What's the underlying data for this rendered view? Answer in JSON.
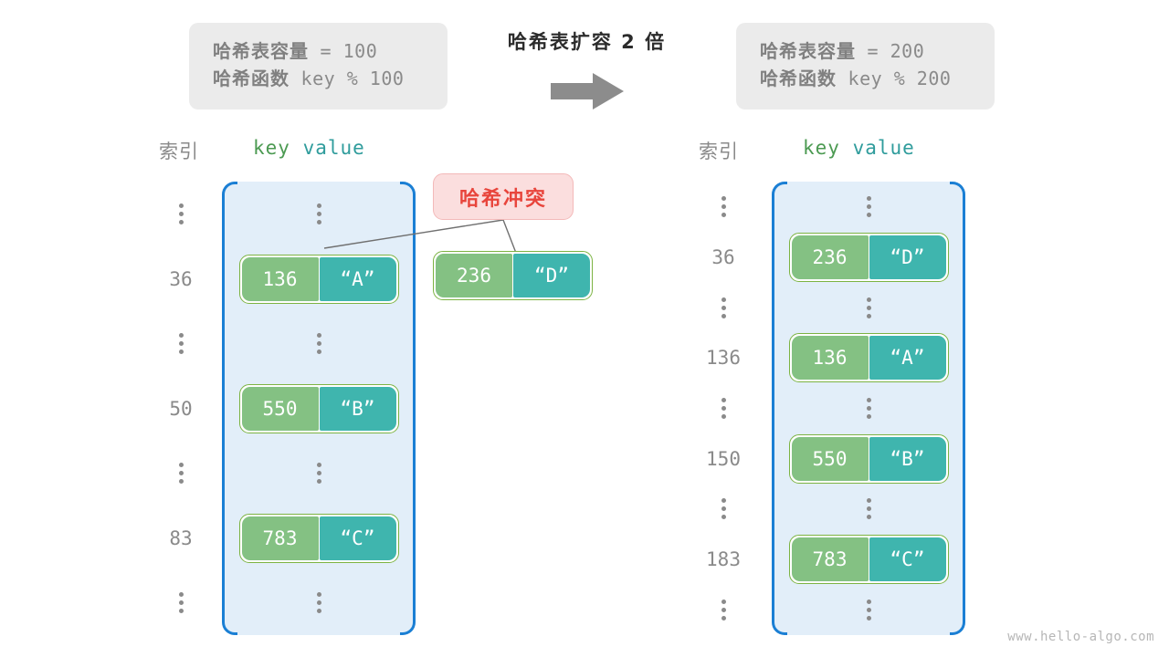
{
  "header": {
    "left_box": {
      "capacity_label": "哈希表容量",
      "capacity_text": " = 100",
      "hashfn_label": "哈希函数",
      "hashfn_text": " key % 100"
    },
    "right_box": {
      "capacity_label": "哈希表容量",
      "capacity_text": " = 200",
      "hashfn_label": "哈希函数",
      "hashfn_text": " key % 200"
    },
    "transform_title": "哈希表扩容 2 倍",
    "arrow_icon": "right-arrow-icon"
  },
  "columns": {
    "index_header": "索引",
    "key_header": "key",
    "value_header": "value",
    "key_color": "#4c9a52",
    "value_color": "#2f9c9c"
  },
  "left_table": {
    "rows": [
      {
        "index": "⋮",
        "type": "ellipsis"
      },
      {
        "index": "36",
        "type": "entry",
        "key": "136",
        "value": "“A”"
      },
      {
        "index": "⋮",
        "type": "ellipsis"
      },
      {
        "index": "50",
        "type": "entry",
        "key": "550",
        "value": "“B”"
      },
      {
        "index": "⋮",
        "type": "ellipsis"
      },
      {
        "index": "83",
        "type": "entry",
        "key": "783",
        "value": "“C”"
      },
      {
        "index": "⋮",
        "type": "ellipsis"
      }
    ]
  },
  "right_table": {
    "rows": [
      {
        "index": "⋮",
        "type": "ellipsis"
      },
      {
        "index": "36",
        "type": "entry",
        "key": "236",
        "value": "“D”"
      },
      {
        "index": "⋮",
        "type": "ellipsis"
      },
      {
        "index": "136",
        "type": "entry",
        "key": "136",
        "value": "“A”"
      },
      {
        "index": "⋮",
        "type": "ellipsis"
      },
      {
        "index": "150",
        "type": "entry",
        "key": "550",
        "value": "“B”"
      },
      {
        "index": "⋮",
        "type": "ellipsis"
      },
      {
        "index": "183",
        "type": "entry",
        "key": "783",
        "value": "“C”"
      },
      {
        "index": "⋮",
        "type": "ellipsis"
      }
    ]
  },
  "collision": {
    "badge_label": "哈希冲突",
    "badge_bg": "#fbdede",
    "badge_color": "#e8453c",
    "pair": {
      "key": "236",
      "value": "“D”"
    }
  },
  "watermark": "www.hello-algo.com"
}
